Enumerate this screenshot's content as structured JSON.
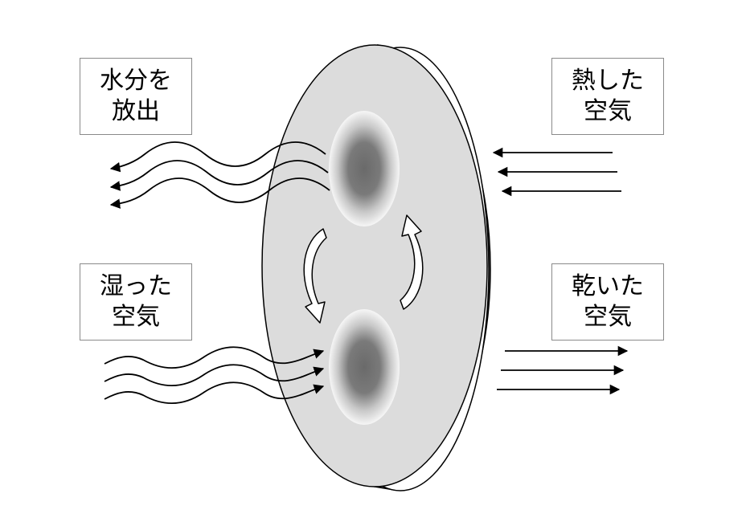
{
  "labels": {
    "moisture_release": {
      "line1": "水分を",
      "line2": "放出"
    },
    "hot_air": {
      "line1": "熱した",
      "line2": "空気"
    },
    "humid_air": {
      "line1": "湿った",
      "line2": "空気"
    },
    "dry_air": {
      "line1": "乾いた",
      "line2": "空気"
    }
  },
  "colors": {
    "wheel_face": "#dcdcdc",
    "wheel_rim": "#ffffff",
    "wheel_rim_shadow": "#5a5a5a",
    "zone_dark": "#6e6e6e",
    "zone_light": "#f4f4f4",
    "stroke": "#000000"
  }
}
